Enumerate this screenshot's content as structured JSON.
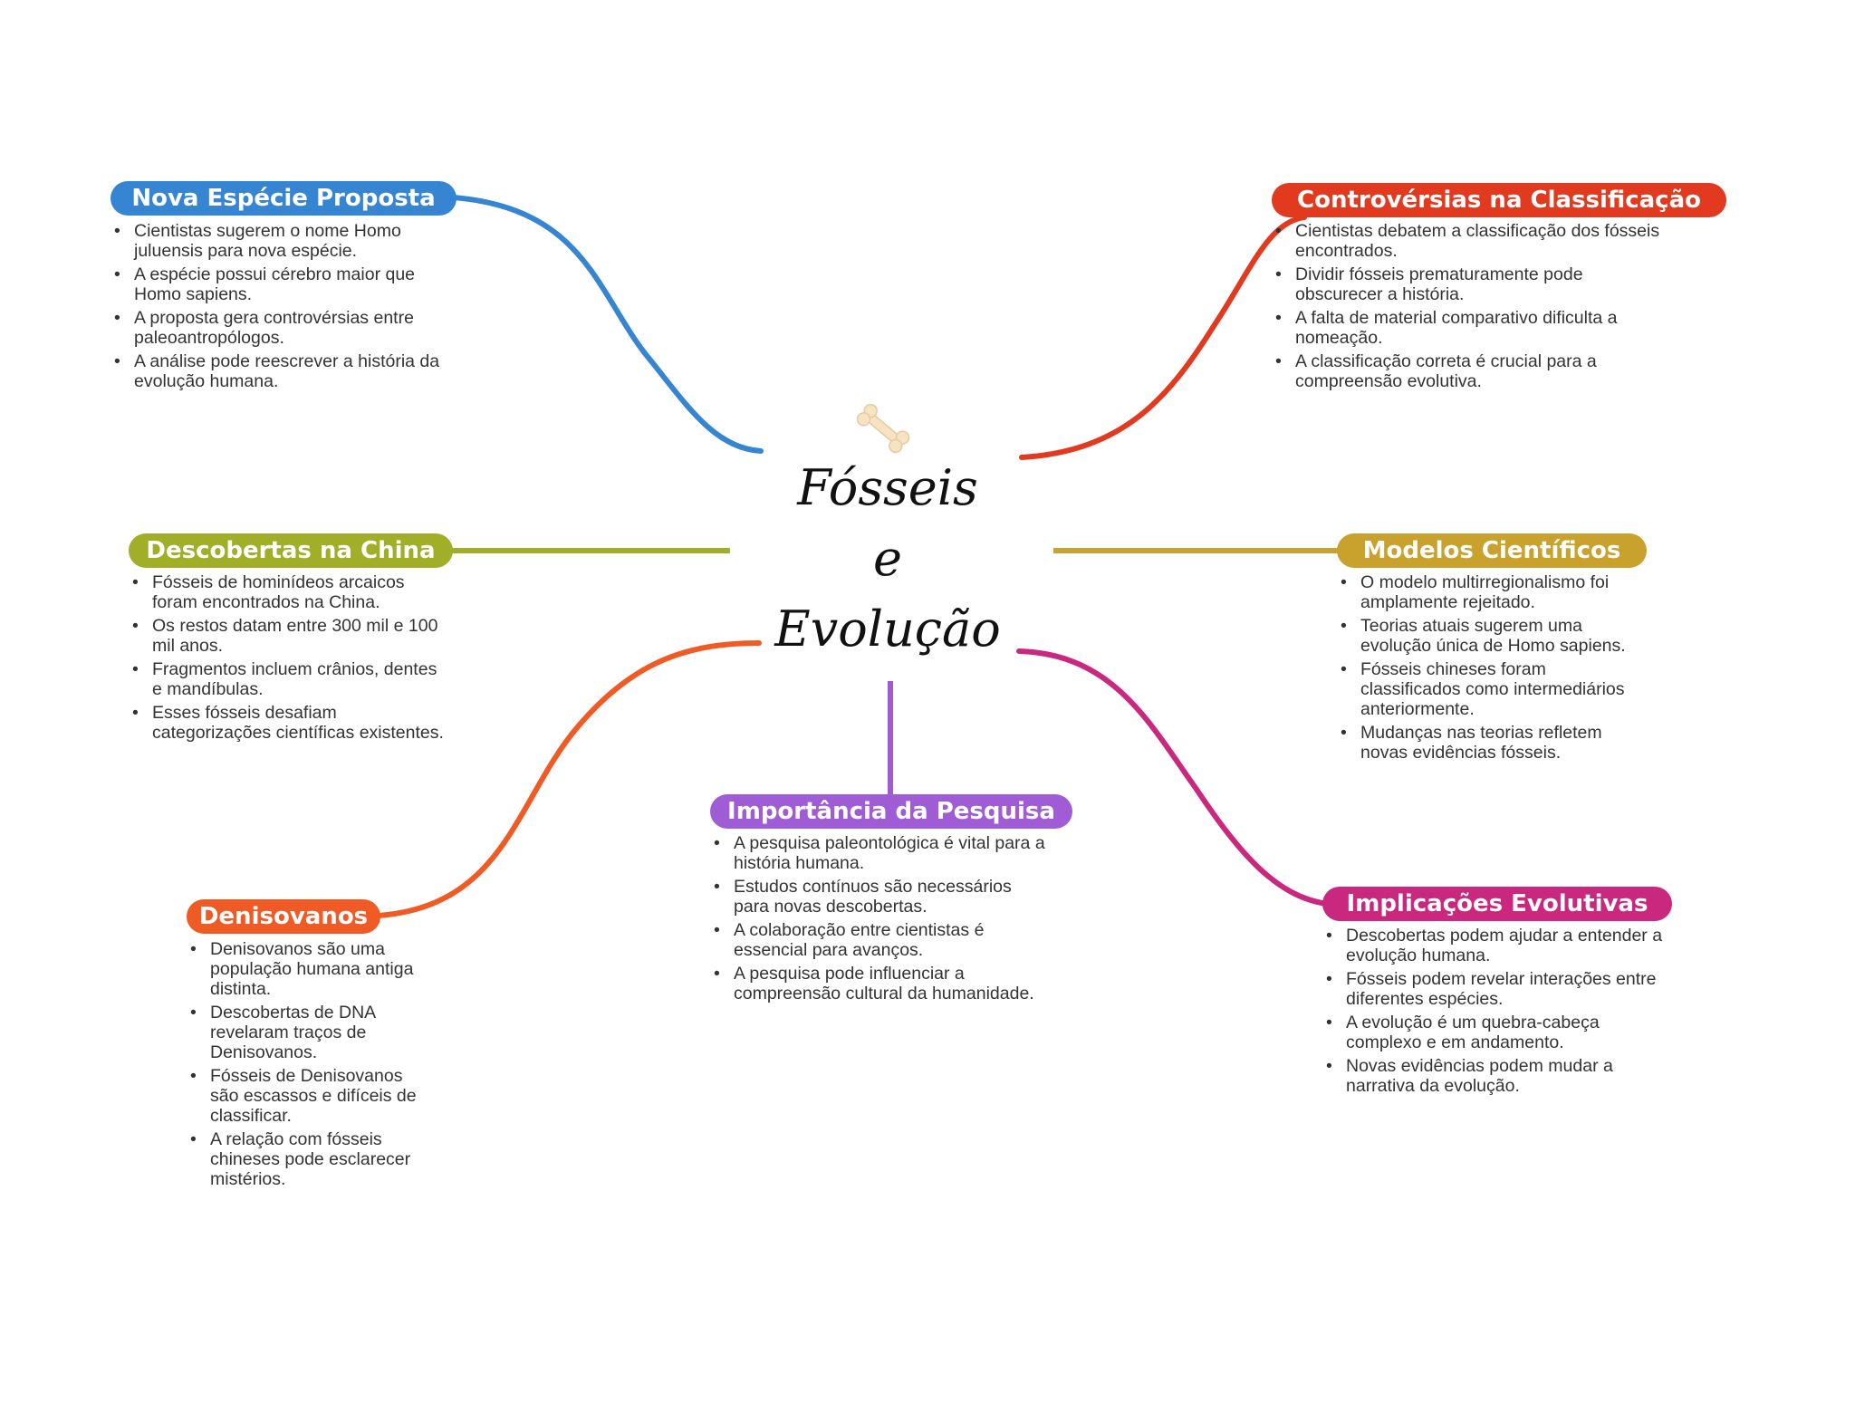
{
  "center": {
    "title_lines": [
      "Fósseis",
      "e",
      "Evolução"
    ],
    "icon": "bone-icon"
  },
  "branches": [
    {
      "id": "nova-especie",
      "title": "Nova Espécie Proposta",
      "color": "#3585d3",
      "items": [
        "Cientistas sugerem o nome Homo juluensis para nova espécie.",
        "A espécie possui cérebro maior que Homo sapiens.",
        "A proposta gera controvérsias entre paleoantropólogos.",
        "A análise pode reescrever a história da evolução humana."
      ]
    },
    {
      "id": "descobertas-china",
      "title": "Descobertas na China",
      "color": "#a0ae28",
      "items": [
        "Fósseis de hominídeos arcaicos foram encontrados na China.",
        "Os restos datam entre 300 mil e 100 mil anos.",
        "Fragmentos incluem crânios, dentes e mandíbulas.",
        "Esses fósseis desafiam categorizações científicas existentes."
      ]
    },
    {
      "id": "denisovanos",
      "title": "Denisovanos",
      "color": "#f05a24",
      "items": [
        "Denisovanos são uma população humana antiga distinta.",
        "Descobertas de DNA revelaram traços de Denisovanos.",
        "Fósseis de Denisovanos são escassos e difíceis de classificar.",
        "A relação com fósseis chineses pode esclarecer mistérios."
      ]
    },
    {
      "id": "importancia-pesquisa",
      "title": "Importância da Pesquisa",
      "color": "#a05cd5",
      "items": [
        "A pesquisa paleontológica é vital para a história humana.",
        "Estudos contínuos são necessários para novas descobertas.",
        "A colaboração entre cientistas é essencial para avanços.",
        "A pesquisa pode influenciar a compreensão cultural da humanidade."
      ]
    },
    {
      "id": "controversias",
      "title": "Controvérsias na Classificação",
      "color": "#e23a1f",
      "items": [
        "Cientistas debatem a classificação dos fósseis encontrados.",
        "Dividir fósseis prematuramente pode obscurecer a história.",
        "A falta de material comparativo dificulta a nomeação.",
        "A classificação correta é crucial para a compreensão evolutiva."
      ]
    },
    {
      "id": "modelos-cientificos",
      "title": "Modelos Científicos",
      "color": "#c9a22e",
      "items": [
        "O modelo multirregionalismo foi amplamente rejeitado.",
        "Teorias atuais sugerem uma evolução única de Homo sapiens.",
        "Fósseis chineses foram classificados como intermediários anteriormente.",
        "Mudanças nas teorias refletem novas evidências fósseis."
      ]
    },
    {
      "id": "implicacoes",
      "title": "Implicações Evolutivas",
      "color": "#c9287e",
      "items": [
        "Descobertas podem ajudar a entender a evolução humana.",
        "Fósseis podem revelar interações entre diferentes espécies.",
        "A evolução é um quebra-cabeça complexo e em andamento.",
        "Novas evidências podem mudar a narrativa da evolução."
      ]
    }
  ]
}
